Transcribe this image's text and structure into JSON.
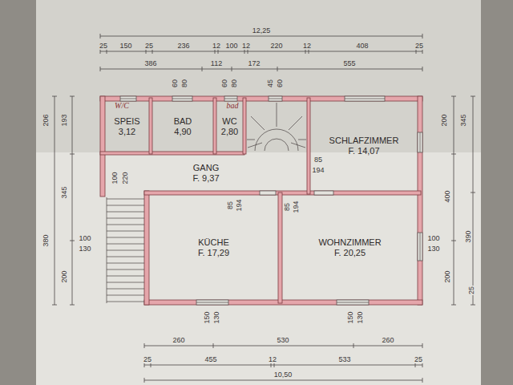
{
  "diagram": {
    "nodes": [
      {
        "text": [
          "SPEIS",
          "3,12"
        ]
      },
      {
        "text": [
          "BAD",
          "4,90"
        ]
      },
      {
        "text": [
          "WC",
          "2,80"
        ]
      },
      {
        "text": [
          "SCHLAFZIMMER",
          "F. 14,07"
        ]
      },
      {
        "text": [
          "GANG",
          "F. 9,37"
        ]
      },
      {
        "text": [
          "KÜCHE",
          "F. 17,29"
        ]
      },
      {
        "text": [
          "WOHNZIMMER",
          "F. 20,25"
        ]
      }
    ],
    "labels": [
      "12,25",
      "25",
      "150",
      "25",
      "236",
      "12",
      "100",
      "12",
      "220",
      "12",
      "408",
      "25",
      "386",
      "112",
      "172",
      "555",
      "60",
      "80",
      "60",
      "80",
      "45",
      "60",
      "100",
      "220",
      "85",
      "194",
      "85",
      "194",
      "85",
      "194",
      "260",
      "530",
      "260",
      "25",
      "455",
      "12",
      "533",
      "25",
      "10,50",
      "150",
      "130",
      "150",
      "130",
      "206",
      "193",
      "345",
      "380",
      "200",
      "100",
      "130",
      "200",
      "345",
      "400",
      "390",
      "200",
      "25",
      "100",
      "130",
      "W/C",
      "bad"
    ]
  }
}
